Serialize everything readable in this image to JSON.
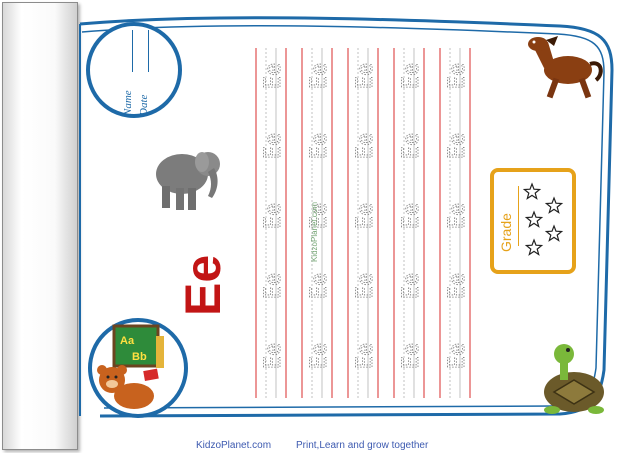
{
  "worksheet": {
    "name_label": "Name",
    "date_label": "Date",
    "letter": "Ee",
    "trace_glyph": "Ee",
    "trace_columns": 5,
    "trace_rows": 5,
    "watermark": "KidzoPlanet.com",
    "grade_label": "Grade",
    "grade_stars": 5,
    "board_letters": [
      "Aa",
      "Bb"
    ]
  },
  "footer": {
    "site": "KidzoPlanet.com",
    "tagline": "Print,Learn and grow together"
  },
  "colors": {
    "border_blue": "#1e6aa8",
    "letter_red": "#c21515",
    "grade_orange": "#e6a21a",
    "guide_red": "#e05050",
    "guide_gray": "#9a9a9a",
    "footer_blue": "#3d5ab0"
  },
  "icons": [
    "elephant-image",
    "horse-image",
    "turtle-image",
    "bear-image",
    "alphabet-board-icon",
    "star-icon"
  ]
}
